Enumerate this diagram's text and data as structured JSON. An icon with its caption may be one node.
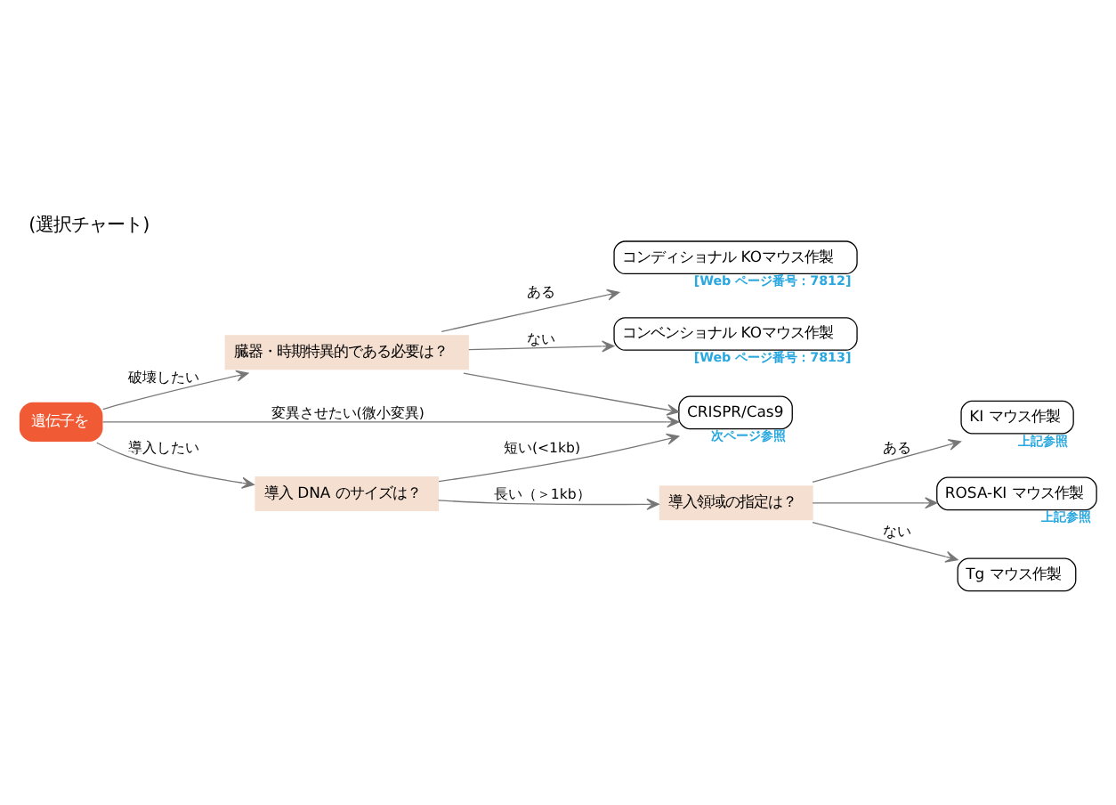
{
  "diagram": {
    "title": "(選択チャート)",
    "nodes": [
      {
        "text": [
          "遺伝子を"
        ]
      },
      {
        "text": [
          "臓器・時期特異的である必要は？"
        ]
      },
      {
        "text": [
          "コンディショナル KOマウス作製"
        ],
        "beside": [
          "[Web ページ番号：7812]"
        ]
      },
      {
        "text": [
          "コンベンショナル KOマウス作製"
        ],
        "beside": [
          "[Web ページ番号：7813]"
        ]
      },
      {
        "text": [
          "CRISPR/Cas9"
        ],
        "beside": [
          "次ページ参照"
        ]
      },
      {
        "text": [
          "導入 DNA のサイズは？"
        ]
      },
      {
        "text": [
          "導入領域の指定は？"
        ]
      },
      {
        "text": [
          "KI マウス作製"
        ],
        "beside": [
          "上記参照"
        ]
      },
      {
        "text": [
          "ROSA-KI マウス作製"
        ],
        "beside": [
          "上記参照"
        ]
      },
      {
        "text": [
          "Tg マウス作製"
        ]
      }
    ],
    "edges": [
      {
        "from": 0,
        "to": 1,
        "arrow": "to",
        "label": "破壊したい"
      },
      {
        "from": 1,
        "to": 2,
        "arrow": "to",
        "label": "ある"
      },
      {
        "from": 1,
        "to": 3,
        "arrow": "to",
        "label": "ない"
      },
      {
        "from": 1,
        "to": 4,
        "arrow": "to"
      },
      {
        "from": 0,
        "to": 4,
        "arrow": "to",
        "label": "変異させたい(微小変異)"
      },
      {
        "from": 0,
        "to": 5,
        "arrow": "to",
        "label": "導入したい"
      },
      {
        "from": 5,
        "to": 4,
        "arrow": "to",
        "label": "短い(<1kb)"
      },
      {
        "from": 5,
        "to": 6,
        "arrow": "to",
        "label": "長い（＞1kb）"
      },
      {
        "from": 6,
        "to": 7,
        "arrow": "to",
        "label": "ある"
      },
      {
        "from": 6,
        "to": 8,
        "arrow": "to"
      },
      {
        "from": 6,
        "to": 9,
        "arrow": "to",
        "label": "ない"
      }
    ]
  }
}
